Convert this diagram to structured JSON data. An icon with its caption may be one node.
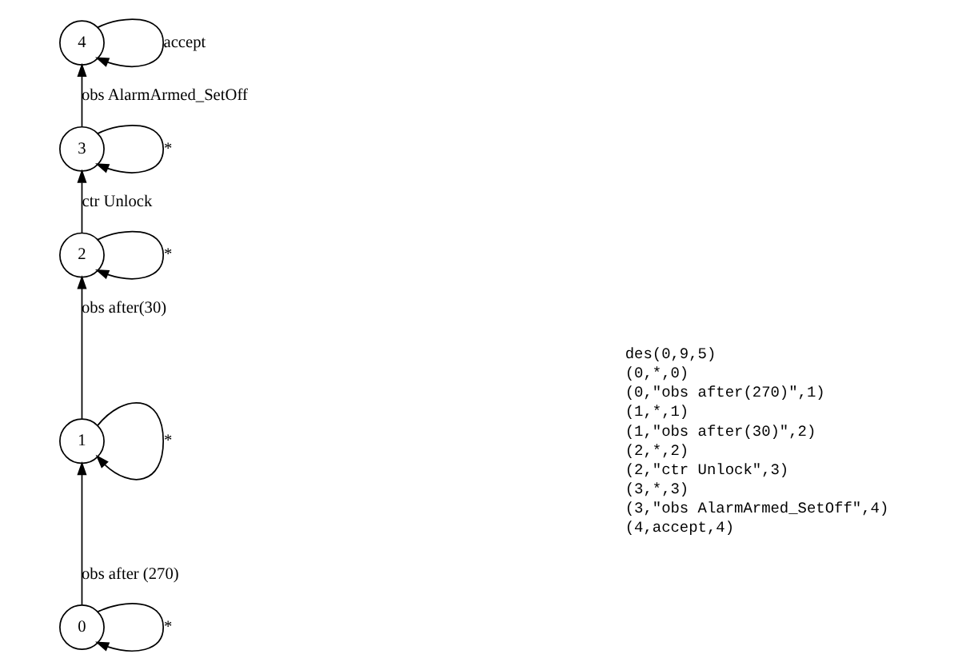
{
  "diagram": {
    "nodes": [
      {
        "text": [
          "0"
        ]
      },
      {
        "text": [
          "1"
        ]
      },
      {
        "text": [
          "2"
        ]
      },
      {
        "text": [
          "3"
        ]
      },
      {
        "text": [
          "4"
        ]
      }
    ],
    "edges": [
      {
        "from": 0,
        "to": 0,
        "label": "*",
        "arrow": "to"
      },
      {
        "from": 0,
        "to": 1,
        "label": "obs after (270)",
        "arrow": "to"
      },
      {
        "from": 1,
        "to": 1,
        "label": "*",
        "arrow": "to"
      },
      {
        "from": 1,
        "to": 2,
        "label": "obs after(30)",
        "arrow": "to"
      },
      {
        "from": 2,
        "to": 2,
        "label": "*",
        "arrow": "to"
      },
      {
        "from": 2,
        "to": 3,
        "label": "ctr Unlock",
        "arrow": "to"
      },
      {
        "from": 3,
        "to": 3,
        "label": "*",
        "arrow": "to"
      },
      {
        "from": 3,
        "to": 4,
        "label": "obs AlarmArmed_SetOff",
        "arrow": "to"
      },
      {
        "from": 4,
        "to": 4,
        "label": "accept",
        "arrow": "to"
      }
    ],
    "labels": [
      "des(0,9,5)",
      "(0,*,0)",
      "(0,\"obs after(270)\",1)",
      "(1,*,1)",
      "(1,\"obs after(30)\",2)",
      "(2,*,2)",
      "(2,\"ctr Unlock\",3)",
      "(3,*,3)",
      "(3,\"obs AlarmArmed_SetOff\",4)",
      "(4,accept,4)"
    ]
  }
}
